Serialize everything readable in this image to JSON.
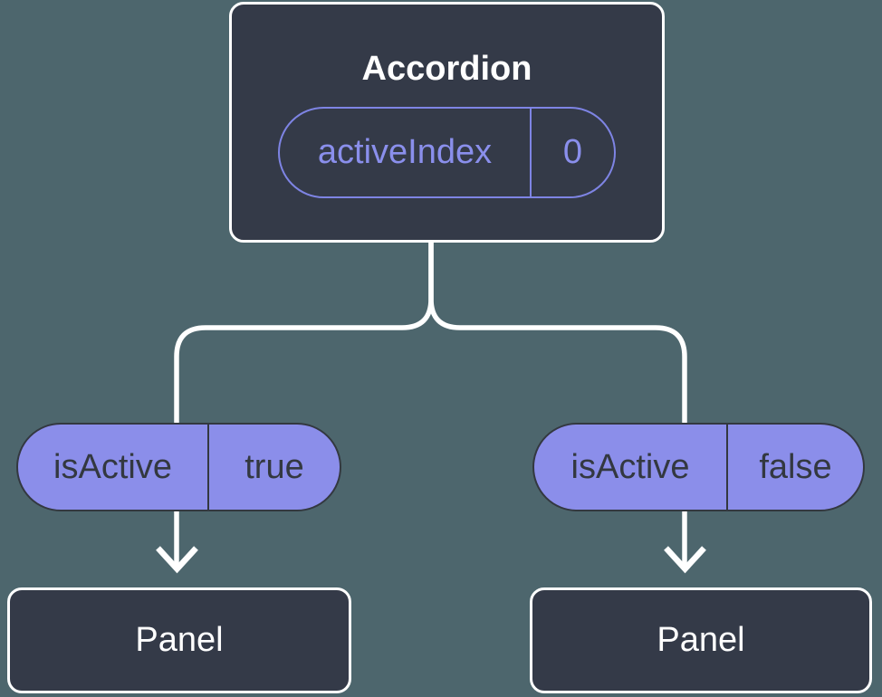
{
  "diagram": {
    "root": {
      "label": "Accordion",
      "state": {
        "name": "activeIndex",
        "value": "0"
      }
    },
    "branches": [
      {
        "prop": {
          "name": "isActive",
          "value": "true"
        },
        "child": {
          "label": "Panel"
        }
      },
      {
        "prop": {
          "name": "isActive",
          "value": "false"
        },
        "child": {
          "label": "Panel"
        }
      }
    ]
  },
  "icons": {
    "arrow_down": "↓"
  },
  "colors": {
    "background": "#4d666d",
    "node_fill": "#343a48",
    "node_border": "#ffffff",
    "node_text": "#ffffff",
    "state_pill_accent": "#7e84e4",
    "state_pill_text": "#8a8fec",
    "prop_pill_fill": "#8b8eea",
    "prop_pill_border": "#333840",
    "prop_pill_text": "#333840",
    "connector": "#ffffff"
  }
}
